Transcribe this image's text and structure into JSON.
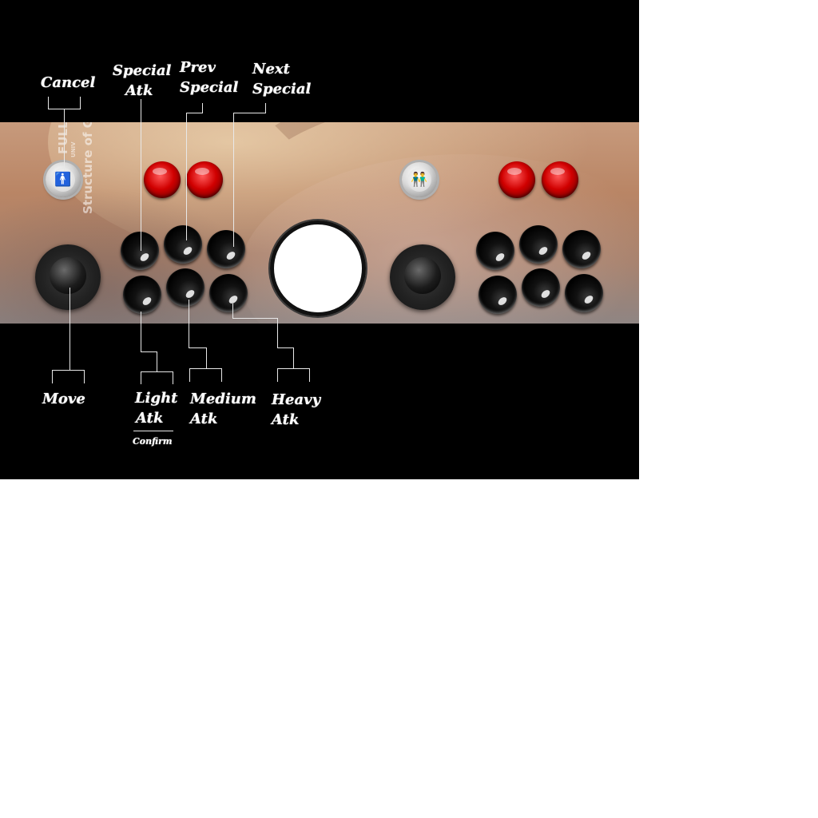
{
  "labels": {
    "cancel": "Cancel",
    "special_atk_1": "Special",
    "special_atk_2": "Atk",
    "prev_special_1": "Prev",
    "prev_special_2": "Special",
    "next_special_1": "Next",
    "next_special_2": "Special",
    "move": "Move",
    "light_atk_1": "Light",
    "light_atk_2": "Atk",
    "confirm": "Confirm",
    "medium_atk_1": "Medium",
    "medium_atk_2": "Atk",
    "heavy_atk_1": "Heavy",
    "heavy_atk_2": "Atk"
  },
  "panel_brand": {
    "line1": "FULL",
    "line2": "UNIV",
    "line3": "Structure of G"
  },
  "icons": {
    "player1_start": "single-person-icon",
    "player2_start": "two-persons-icon"
  },
  "glyphs": {
    "p1": "🚹",
    "p2": "👬"
  },
  "colors": {
    "background": "#000000",
    "panel_top": "#c79a7c",
    "panel_bottom": "#8f8583",
    "action_button": "#000000",
    "red_button": "#d00000",
    "label_text": "#ffffff"
  }
}
